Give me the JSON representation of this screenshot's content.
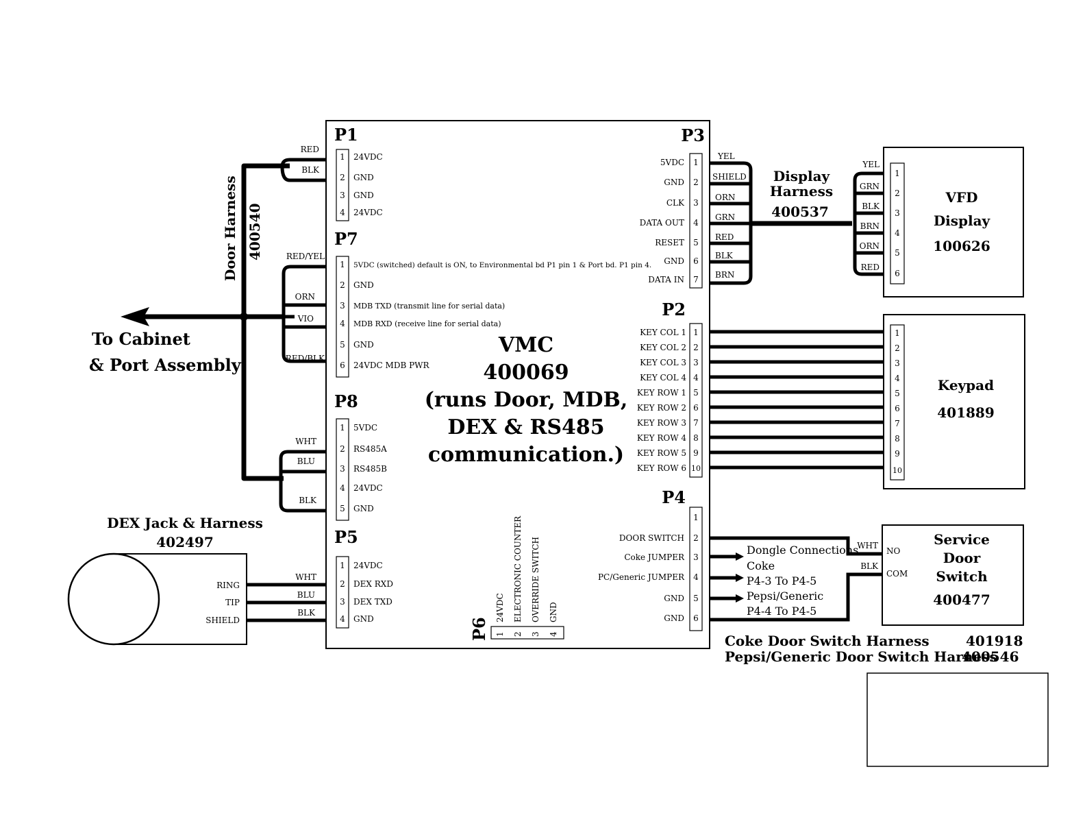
{
  "vmc": {
    "lines": [
      "VMC",
      "400069",
      "(runs Door, MDB,",
      "DEX  & RS485",
      "communication.)"
    ]
  },
  "connectors": {
    "p1": {
      "name": "P1",
      "pins": [
        "1",
        "2",
        "3",
        "4"
      ],
      "signals": [
        "24VDC",
        "GND",
        "GND",
        "24VDC"
      ]
    },
    "p7": {
      "name": "P7",
      "pins": [
        "1",
        "2",
        "3",
        "4",
        "5",
        "6"
      ],
      "signals": [
        "5VDC (switched) default is ON, to Environmental bd P1 pin 1 & Port bd. P1 pin 4.",
        "GND",
        "MDB TXD (transmit line for serial data)",
        "MDB RXD (receive line for serial data)",
        "GND",
        "24VDC MDB PWR"
      ]
    },
    "p8": {
      "name": "P8",
      "pins": [
        "1",
        "2",
        "3",
        "4",
        "5"
      ],
      "signals": [
        "5VDC",
        "RS485A",
        "RS485B",
        "24VDC",
        "GND"
      ]
    },
    "p5": {
      "name": "P5",
      "pins": [
        "1",
        "2",
        "3",
        "4"
      ],
      "signals": [
        "24VDC",
        "DEX RXD",
        "DEX TXD",
        "GND"
      ]
    },
    "p6": {
      "name": "P6",
      "pins": [
        "1",
        "2",
        "3",
        "4"
      ],
      "signals": [
        "24VDC",
        "ELECTRONIC COUNTER",
        "OVERRIDE SWITCH",
        "GND"
      ]
    },
    "p3": {
      "name": "P3",
      "pins": [
        "1",
        "2",
        "3",
        "4",
        "5",
        "6",
        "7"
      ],
      "signals": [
        "5VDC",
        "GND",
        "CLK",
        "DATA OUT",
        "RESET",
        "GND",
        "DATA IN"
      ]
    },
    "p2": {
      "name": "P2",
      "pins": [
        "1",
        "2",
        "3",
        "4",
        "5",
        "6",
        "7",
        "8",
        "9",
        "10"
      ],
      "signals": [
        "KEY COL 1",
        "KEY COL 2",
        "KEY COL 3",
        "KEY COL 4",
        "KEY ROW 1",
        "KEY ROW 2",
        "KEY ROW 3",
        "KEY ROW 4",
        "KEY ROW 5",
        "KEY ROW 6"
      ]
    },
    "p4": {
      "name": "P4",
      "pins": [
        "1",
        "2",
        "3",
        "4",
        "5",
        "6"
      ],
      "signals": [
        "",
        "DOOR SWITCH",
        "Coke JUMPER",
        "PC/Generic JUMPER",
        "GND",
        "GND"
      ]
    }
  },
  "door_harness": {
    "label": "Door Harness",
    "part": "400540",
    "p1_wires": [
      "RED",
      "BLK"
    ],
    "p7_wires": [
      "RED/YEL",
      "ORN",
      "VIO",
      "RED/BLK"
    ],
    "p8_wires": [
      "WHT",
      "BLU",
      "BLK"
    ]
  },
  "to_cabinet": {
    "line1": "To Cabinet",
    "line2": "& Port Assembly"
  },
  "dex": {
    "title": "DEX Jack & Harness",
    "part": "402497",
    "jack_labels": [
      "RING",
      "TIP",
      "SHIELD"
    ],
    "wires": [
      "WHT",
      "BLU",
      "BLK"
    ]
  },
  "display_harness": {
    "line1": "Display",
    "line2": "Harness",
    "part": "400537",
    "p3_side_wires": [
      "YEL",
      "SHIELD",
      "ORN",
      "GRN",
      "RED",
      "BLK",
      "BRN"
    ],
    "vfd_side_wires": [
      "YEL",
      "GRN",
      "BLK",
      "BRN",
      "ORN",
      "RED"
    ]
  },
  "vfd": {
    "line1": "VFD",
    "line2": "Display",
    "part": "100626",
    "pins": [
      "1",
      "2",
      "3",
      "4",
      "5",
      "6"
    ]
  },
  "keypad": {
    "title": "Keypad",
    "part": "401889",
    "pins": [
      "1",
      "2",
      "3",
      "4",
      "5",
      "6",
      "7",
      "8",
      "9",
      "10"
    ]
  },
  "service_door": {
    "line1": "Service",
    "line2": "Door",
    "line3": "Switch",
    "part": "400477",
    "no_label": "NO",
    "com_label": "COM",
    "wires": [
      "WHT",
      "BLK"
    ]
  },
  "dongle": {
    "title": "Dongle Connections",
    "coke_line1": "Coke",
    "coke_line2": "P4-3 To P4-5",
    "pepsi_line1": "Pepsi/Generic",
    "pepsi_line2": "P4-4 To P4-5"
  },
  "harness_notes": {
    "coke_label": "Coke Door Switch Harness",
    "coke_part": "401918",
    "pepsi_label": "Pepsi/Generic Door Switch Harness",
    "pepsi_part": "400546"
  }
}
